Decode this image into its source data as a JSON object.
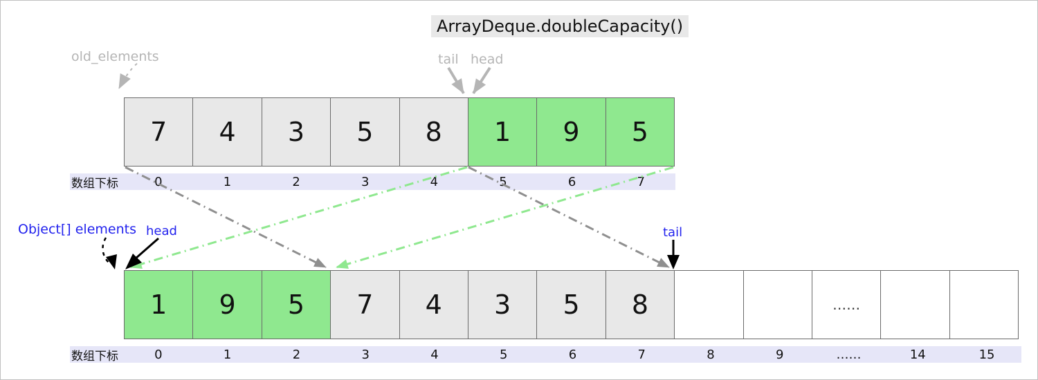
{
  "title": "ArrayDeque.doubleCapacity()",
  "captions": {
    "old_elements": "old_elements",
    "top_tail": "tail",
    "top_head": "head",
    "elements": "Object[] elements",
    "bottom_head": "head",
    "bottom_tail": "tail",
    "index_label_top": "数组下标",
    "index_label_bottom": "数组下标"
  },
  "old_array": {
    "cells": [
      {
        "value": "7",
        "state": "gray"
      },
      {
        "value": "4",
        "state": "gray"
      },
      {
        "value": "3",
        "state": "gray"
      },
      {
        "value": "5",
        "state": "gray"
      },
      {
        "value": "8",
        "state": "gray"
      },
      {
        "value": "1",
        "state": "green"
      },
      {
        "value": "9",
        "state": "green"
      },
      {
        "value": "5",
        "state": "green"
      }
    ],
    "indices": [
      "0",
      "1",
      "2",
      "3",
      "4",
      "5",
      "6",
      "7"
    ]
  },
  "new_array": {
    "cells": [
      {
        "value": "1",
        "state": "green"
      },
      {
        "value": "9",
        "state": "green"
      },
      {
        "value": "5",
        "state": "green"
      },
      {
        "value": "7",
        "state": "gray"
      },
      {
        "value": "4",
        "state": "gray"
      },
      {
        "value": "3",
        "state": "gray"
      },
      {
        "value": "5",
        "state": "gray"
      },
      {
        "value": "8",
        "state": "gray"
      },
      {
        "value": "",
        "state": "empty"
      },
      {
        "value": "",
        "state": "empty"
      },
      {
        "value": "……",
        "state": "empty"
      },
      {
        "value": "",
        "state": "empty"
      },
      {
        "value": "",
        "state": "empty"
      }
    ],
    "indices": [
      "0",
      "1",
      "2",
      "3",
      "4",
      "5",
      "6",
      "7",
      "8",
      "9",
      "……",
      "14",
      "15"
    ]
  },
  "colors": {
    "green_cell": "#8fe88f",
    "gray_cell": "#e8e8e8",
    "empty_cell": "#ffffff",
    "index_bar": "#e6e6f8",
    "gray_label": "#b5b5b5",
    "blue_label": "#2222ee",
    "arrow_gray": "#8f8f8f",
    "arrow_green": "#8fe88f",
    "arrow_black": "#000000"
  }
}
